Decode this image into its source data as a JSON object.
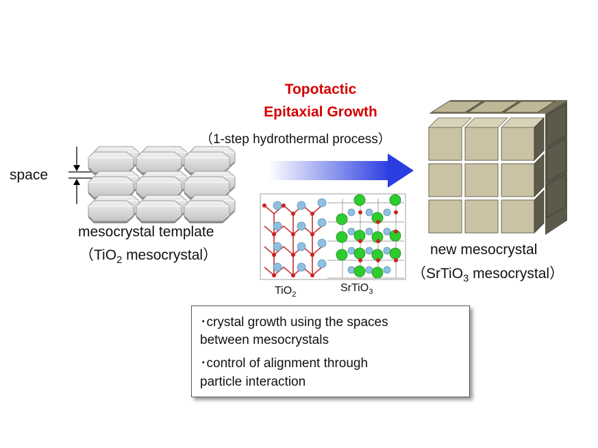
{
  "title": {
    "line1": "Topotactic",
    "line2": "Epitaxial Growth"
  },
  "process": "（1-step hydrothermal process）",
  "space_label": "space",
  "template": {
    "line1": "mesocrystal template",
    "line2_pre": "（TiO",
    "line2_sub": "2",
    "line2_post": " mesocrystal）"
  },
  "product": {
    "line1": "new mesocrystal",
    "line2_pre": "（SrTiO",
    "line2_sub": "3",
    "line2_post": " mesocrystal）"
  },
  "structure_labels": {
    "left_pre": "TiO",
    "left_sub": "2",
    "right_pre": "SrTiO",
    "right_sub": "3"
  },
  "notes": {
    "item1_line1": "･crystal growth using the spaces",
    "item1_line2": " between mesocrystals",
    "item2_line1": "･control of alignment through",
    "item2_line2": " particle interaction"
  },
  "colors": {
    "title": "#d40000",
    "arrow_end": "#2a3de0",
    "cube_face": "#c9c2a4",
    "cube_side": "#5c5a4a",
    "plate": "#d6d6d6",
    "ti_atom": "#8fc0e0",
    "sr_atom": "#2ecc2e",
    "o_atom": "#d02020"
  }
}
